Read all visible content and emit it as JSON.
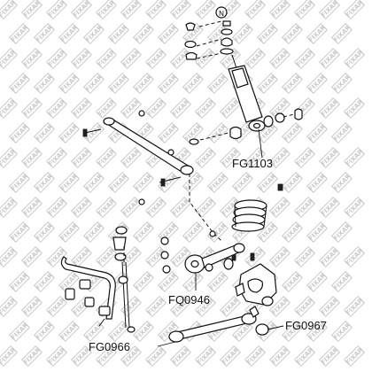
{
  "callouts": {
    "shock_absorber": "FG1103",
    "upper_arm_bushing": "FQ0946",
    "lower_arm_bushing_right": "FG0967",
    "lower_arm_bushing_left": "FG0966"
  },
  "marker_letter": "N",
  "watermark": "FIXAR",
  "colors": {
    "line": "#111111",
    "watermark": "#c9c9c9",
    "background": "#ffffff"
  }
}
